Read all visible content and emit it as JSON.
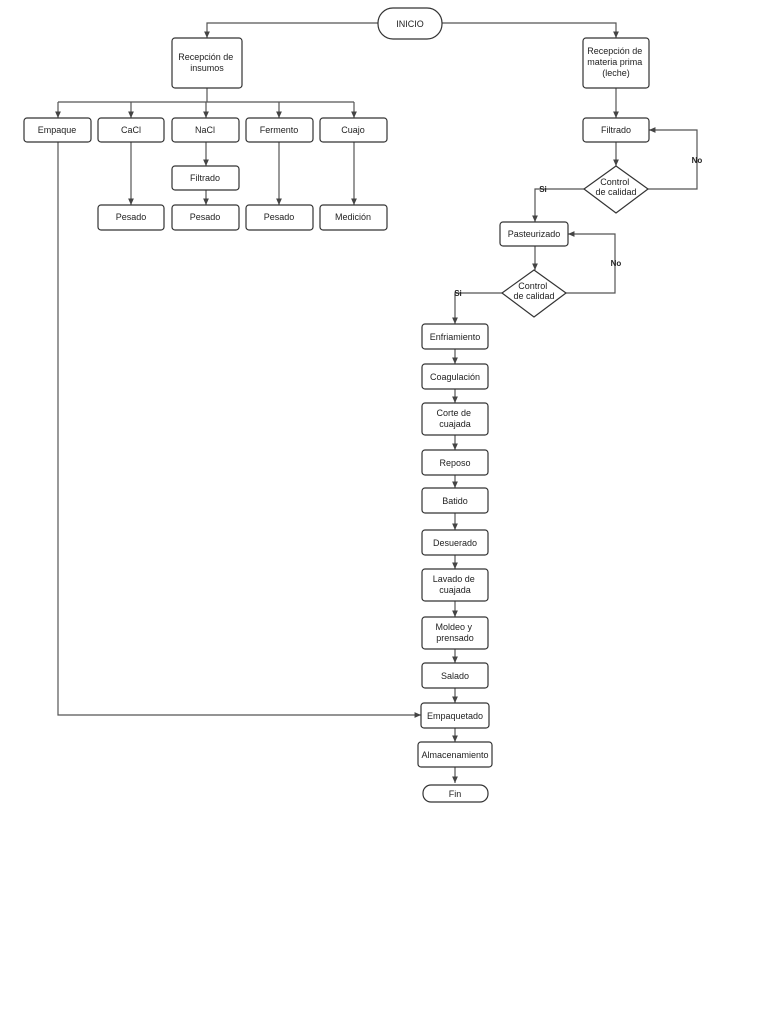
{
  "diagram": {
    "start": "INICIO",
    "end": "Fin",
    "receive_inputs": [
      "Recepción de",
      "insumos"
    ],
    "receive_raw": [
      "Recepción de",
      "materia prima",
      "(leche)"
    ],
    "inputs": [
      "Empaque",
      "CaCl",
      "NaCl",
      "Fermento",
      "Cuajo"
    ],
    "nacl_filter": "Filtrado",
    "input_steps": [
      "Pesado",
      "Pesado",
      "Pesado",
      "Medición"
    ],
    "milk_filter": "Filtrado",
    "quality_1": [
      "Control",
      "de calidad"
    ],
    "pasteurize": "Pasteurizado",
    "quality_2": [
      "Control",
      "de calidad"
    ],
    "yes_label": "Si",
    "no_label": "No",
    "process": [
      [
        "Enfriamiento"
      ],
      [
        "Coagulación"
      ],
      [
        "Corte de",
        "cuajada"
      ],
      [
        "Reposo"
      ],
      [
        "Batido"
      ],
      [
        "Desuerado"
      ],
      [
        "Lavado de",
        "cuajada"
      ],
      [
        "Moldeo y",
        "prensado"
      ],
      [
        "Salado"
      ],
      [
        "Empaquetado"
      ],
      [
        "Almacenamiento"
      ]
    ]
  }
}
